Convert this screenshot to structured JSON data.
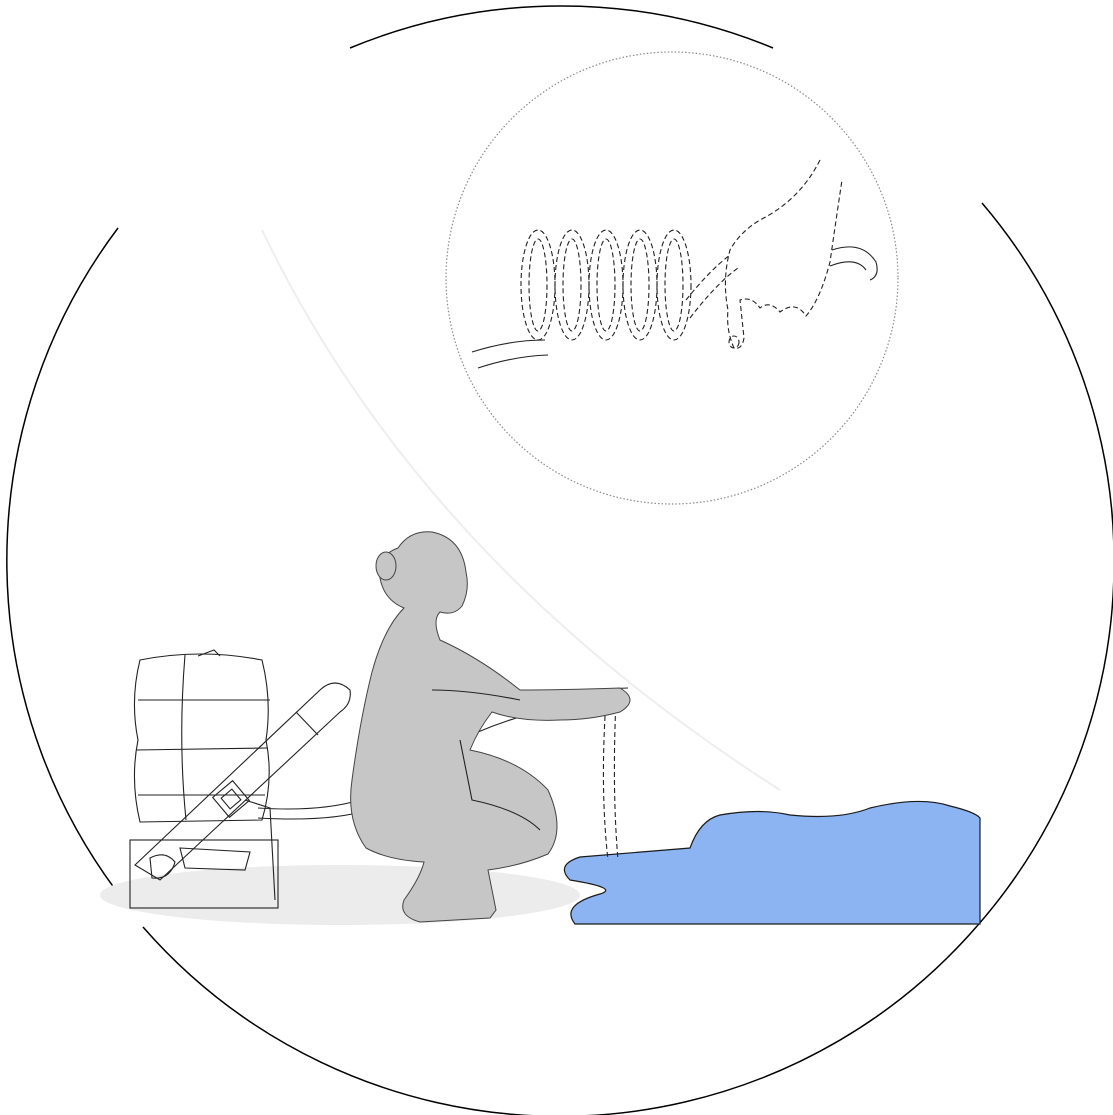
{
  "colors": {
    "background": "#ffffff",
    "outline": "#000000",
    "figure_fill": "#c6c6c6",
    "water_fill": "#8db4f2",
    "shadow": "#e6e6e6",
    "inset_border": "#8a8a8a"
  },
  "icons": {
    "main_circle": "circle-frame",
    "inset": "magnifier-circle",
    "coil": "coiled-hose-icon",
    "hand": "hand-icon",
    "person": "crouching-person",
    "container": "water-container",
    "strap": "strap-buckle",
    "water": "water-puddle"
  }
}
